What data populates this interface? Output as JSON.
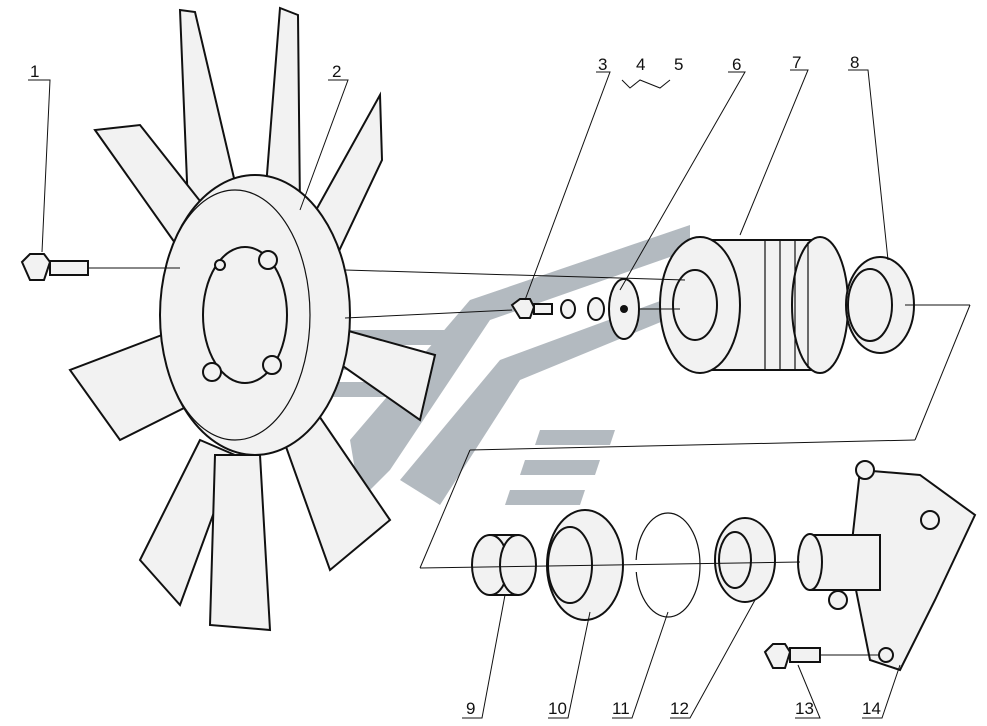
{
  "diagram": {
    "watermark_color": "#9aa3ab",
    "ink_color": "#111111",
    "callouts": [
      {
        "id": "c1",
        "label": "1"
      },
      {
        "id": "c2",
        "label": "2"
      },
      {
        "id": "c3",
        "label": "3"
      },
      {
        "id": "c4",
        "label": "4"
      },
      {
        "id": "c5",
        "label": "5"
      },
      {
        "id": "c6",
        "label": "6"
      },
      {
        "id": "c7",
        "label": "7"
      },
      {
        "id": "c8",
        "label": "8"
      },
      {
        "id": "c9",
        "label": "9"
      },
      {
        "id": "c10",
        "label": "10"
      },
      {
        "id": "c11",
        "label": "11"
      },
      {
        "id": "c12",
        "label": "12"
      },
      {
        "id": "c13",
        "label": "13"
      },
      {
        "id": "c14",
        "label": "14"
      }
    ]
  }
}
